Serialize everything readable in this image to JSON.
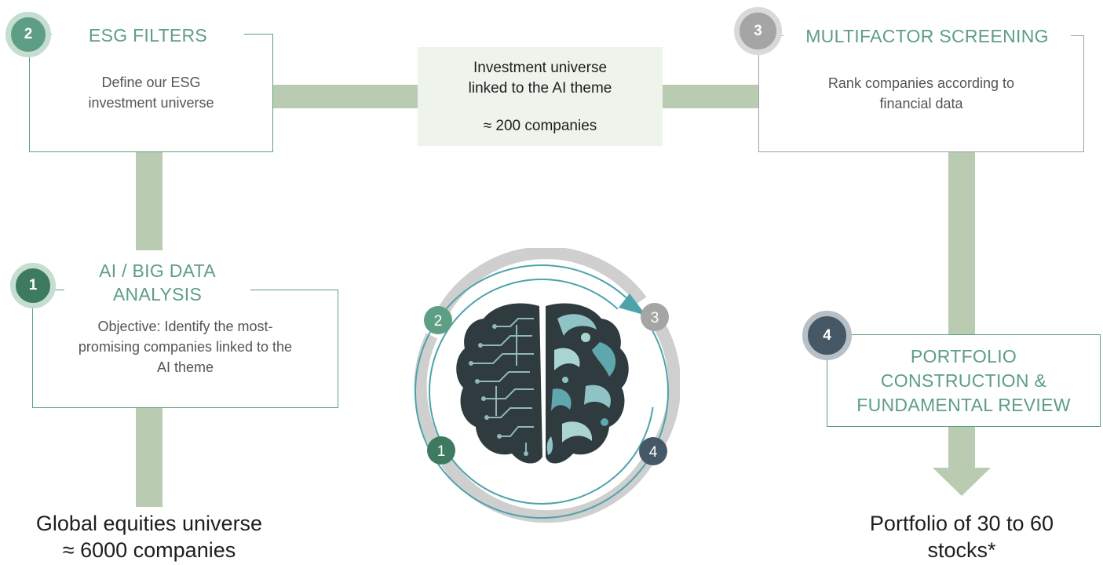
{
  "steps": {
    "esg": {
      "number": "2",
      "title": "ESG FILTERS",
      "desc_lines": [
        "Define our ESG",
        "investment universe"
      ]
    },
    "multifactor": {
      "number": "3",
      "title": "MULTIFACTOR SCREENING",
      "desc_lines": [
        "Rank companies according to",
        "financial data"
      ]
    },
    "ai": {
      "number": "1",
      "title_lines": [
        "AI / BIG DATA",
        "ANALYSIS"
      ],
      "desc_lines": [
        "Objective: Identify the most-",
        "promising companies linked to the",
        "AI theme"
      ]
    },
    "portfolio": {
      "number": "4",
      "title_lines": [
        "PORTFOLIO",
        "CONSTRUCTION &",
        "FUNDAMENTAL REVIEW"
      ]
    }
  },
  "center_box": {
    "lines": [
      "Investment universe",
      "linked to the AI theme"
    ],
    "count": "≈ 200 companies"
  },
  "bottom_left": {
    "lines": [
      "Global equities universe",
      "≈ 6000 companies"
    ]
  },
  "bottom_right": {
    "lines": [
      "Portfolio of 30 to 60",
      "stocks*"
    ]
  },
  "brain_cycle": {
    "numbers": [
      "2",
      "3",
      "1",
      "4"
    ]
  },
  "colors": {
    "accent_green": "#5e9e84",
    "step1_dark_green": "#3e7a5f",
    "step3_gray": "#a5a5a5",
    "step4_slate": "#465866",
    "connector": "#b9ccb2",
    "ring_gray": "#cccccc",
    "ring_teal": "#4ea3ab"
  },
  "icons": [
    "brain-icon",
    "circular-arrow-icon",
    "down-arrow-icon"
  ]
}
